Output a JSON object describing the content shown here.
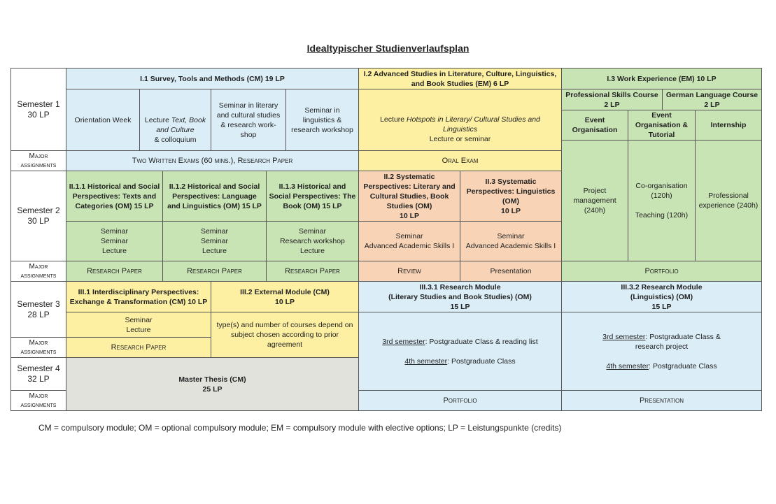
{
  "title": "Idealtypischer Studienverlaufsplan",
  "semesters": [
    {
      "label": "Semester 1",
      "lp": "30 LP"
    },
    {
      "label": "Semester 2",
      "lp": "30 LP"
    },
    {
      "label": "Semester 3",
      "lp": "28 LP"
    },
    {
      "label": "Semester 4",
      "lp": "32 LP"
    }
  ],
  "major_assignments_label": "Major\nassignments",
  "sem1": {
    "i1_header": "I.1 Survey, Tools and Methods (CM) 19 LP",
    "orientation": "Orientation Week",
    "lecture_prefix": "Lecture ",
    "lecture_italic": "Text, Book and Culture",
    "lecture_suffix": "& colloquium",
    "seminar_lit": "Seminar in literary and cultural studies & research work-shop",
    "seminar_ling": "Seminar in linguistics & research workshop",
    "i1_assign": "Two Written Exams (60 mins.), Research Paper",
    "i2_header": "I.2 Advanced Studies in Literature, Culture, Linguistics, and Book Studies (EM) 6 LP",
    "i2_lecture_prefix": "Lecture ",
    "i2_lecture_italic": "Hotspots in Literary/ Cultural Studies and Linguistics",
    "i2_lecture_suffix": "Lecture or seminar",
    "i2_assign": "Oral Exam",
    "i3_header": "I.3 Work Experience (EM) 10 LP",
    "prof_skills": "Professional Skills Course 2 LP",
    "german": "German Language Course 2 LP",
    "event_org": "Event Organisation",
    "event_org_tut": "Event Organisation & Tutorial",
    "internship": "Internship",
    "project_mgmt": "Project management (240h)",
    "coorg": "Co-organisation (120h)\n\nTeaching (120h)",
    "prof_exp": "Professional experience (240h)",
    "i3_assign": "Portfolio"
  },
  "sem2": {
    "m1_header": "II.1.1 Historical and Social Perspectives: Texts and Categories (OM) 15 LP",
    "m1_courses": "Seminar\nSeminar\nLecture",
    "m1_assign": "Research Paper",
    "m2_header": "II.1.2 Historical and Social Perspectives: Language and Linguistics (OM) 15 LP",
    "m2_courses": "Seminar\nSeminar\nLecture",
    "m2_assign": "Research Paper",
    "m3_header": "II.1.3 Historical and Social Perspectives: The Book (OM) 15 LP",
    "m3_courses": "Seminar\nResearch workshop\nLecture",
    "m3_assign": "Research Paper",
    "ii2_header": "II.2 Systematic Perspectives: Literary and Cultural Studies, Book Studies (OM)\n10 LP",
    "ii2_courses": "Seminar\nAdvanced Academic Skills I",
    "ii2_assign": "Review",
    "ii3_header": "II.3 Systematic Perspectives: Linguistics (OM)\n10 LP",
    "ii3_courses": "Seminar\nAdvanced Academic Skills I",
    "ii3_assign": "Presentation"
  },
  "sem3": {
    "iii1_header": "III.1 Interdisciplinary Perspectives: Exchange & Transformation (CM) 10 LP",
    "iii1_courses": "Seminar\nLecture",
    "iii1_assign": "Research Paper",
    "iii2_header": "III.2 External Module (CM)\n10 LP",
    "iii2_courses": "type(s) and number of courses depend on subject chosen according to prior agreement",
    "iii31_header": "III.3.1 Research Module\n(Literary Studies and Book Studies) (OM)\n15 LP",
    "iii31_s3_label": "3rd semester",
    "iii31_s3_text": ": Postgraduate Class & reading list",
    "iii31_s4_label": "4th semester",
    "iii31_s4_text": ": Postgraduate Class",
    "iii31_assign": "Portfolio",
    "iii32_header": "III.3.2 Research Module\n(Linguistics) (OM)\n15 LP",
    "iii32_s3_label": "3rd semester",
    "iii32_s3_text": ": Postgraduate Class & research project",
    "iii32_s4_label": "4th semester",
    "iii32_s4_text": ": Postgraduate Class",
    "iii32_assign": "Presentation"
  },
  "sem4": {
    "thesis": "Master Thesis (CM)\n25 LP"
  },
  "footnote": "CM = compulsory module; OM = optional compulsory module; EM = compulsory module with elective options; LP = Leistungspunkte (credits)"
}
